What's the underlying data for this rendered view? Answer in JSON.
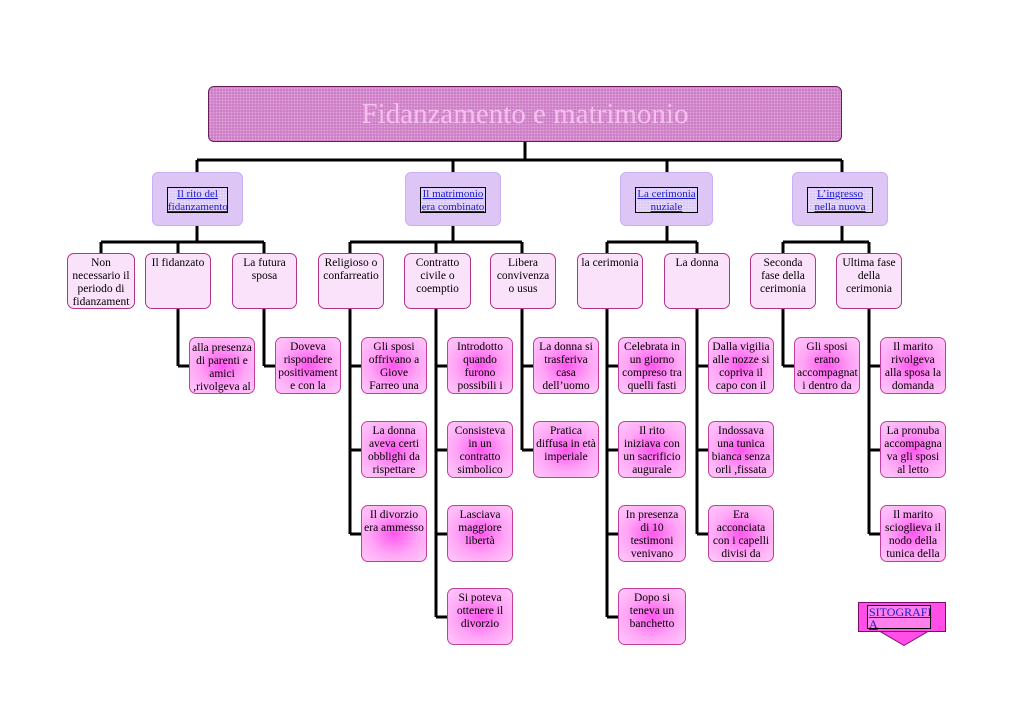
{
  "title": "Fidanzamento e matrimonio",
  "categories": [
    "Il rito del fidanzamento",
    "Il matrimonio era combinato",
    "La cerimonia nuziale",
    "L’ingresso nella nuova casa"
  ],
  "subs": [
    "Non necessario il periodo di fidanzament",
    "Il fidanzato",
    "La futura sposa",
    "Religioso o confarreatio",
    "Contratto civile o coemptio",
    "Libera convivenza o usus",
    "la cerimonia",
    "La donna",
    "Seconda fase della cerimonia",
    "Ultima fase della cerimonia"
  ],
  "leaves": [
    "alla presenza di parenti e amici ,rivolgeva al",
    "Doveva rispondere positivament e con la frase",
    "Gli sposi offrivano a Giove Farreo una focaccia",
    "La donna aveva certi obblighi da rispettare",
    "Il divorzio era ammesso",
    "Introdotto quando furono possibili i",
    "Consisteva in un contratto simbolico",
    "Lasciava maggiore libertà",
    "Si poteva ottenere il divorzio",
    "La donna si trasferiva casa dell’uomo",
    "Pratica diffusa in età imperiale",
    "Celebrata in un giorno compreso tra quelli fasti",
    "Il rito iniziava con un sacrificio augurale",
    "In presenza di 10 testimoni venivano",
    "Dopo si teneva un banchetto",
    "Dalla vigilia alle nozze si copriva il capo con il",
    "Indossava una tunica bianca senza orli ,fissata",
    "Era acconciata con i capelli divisi da",
    "Gli sposi erano accompagnat i dentro da",
    "Il marito rivolgeva alla sposa la domanda",
    "La pronuba accompagna va gli sposi al letto",
    "Il marito scioglieva il nodo della tunica della"
  ],
  "sitografia": "SITOGRAFI A"
}
